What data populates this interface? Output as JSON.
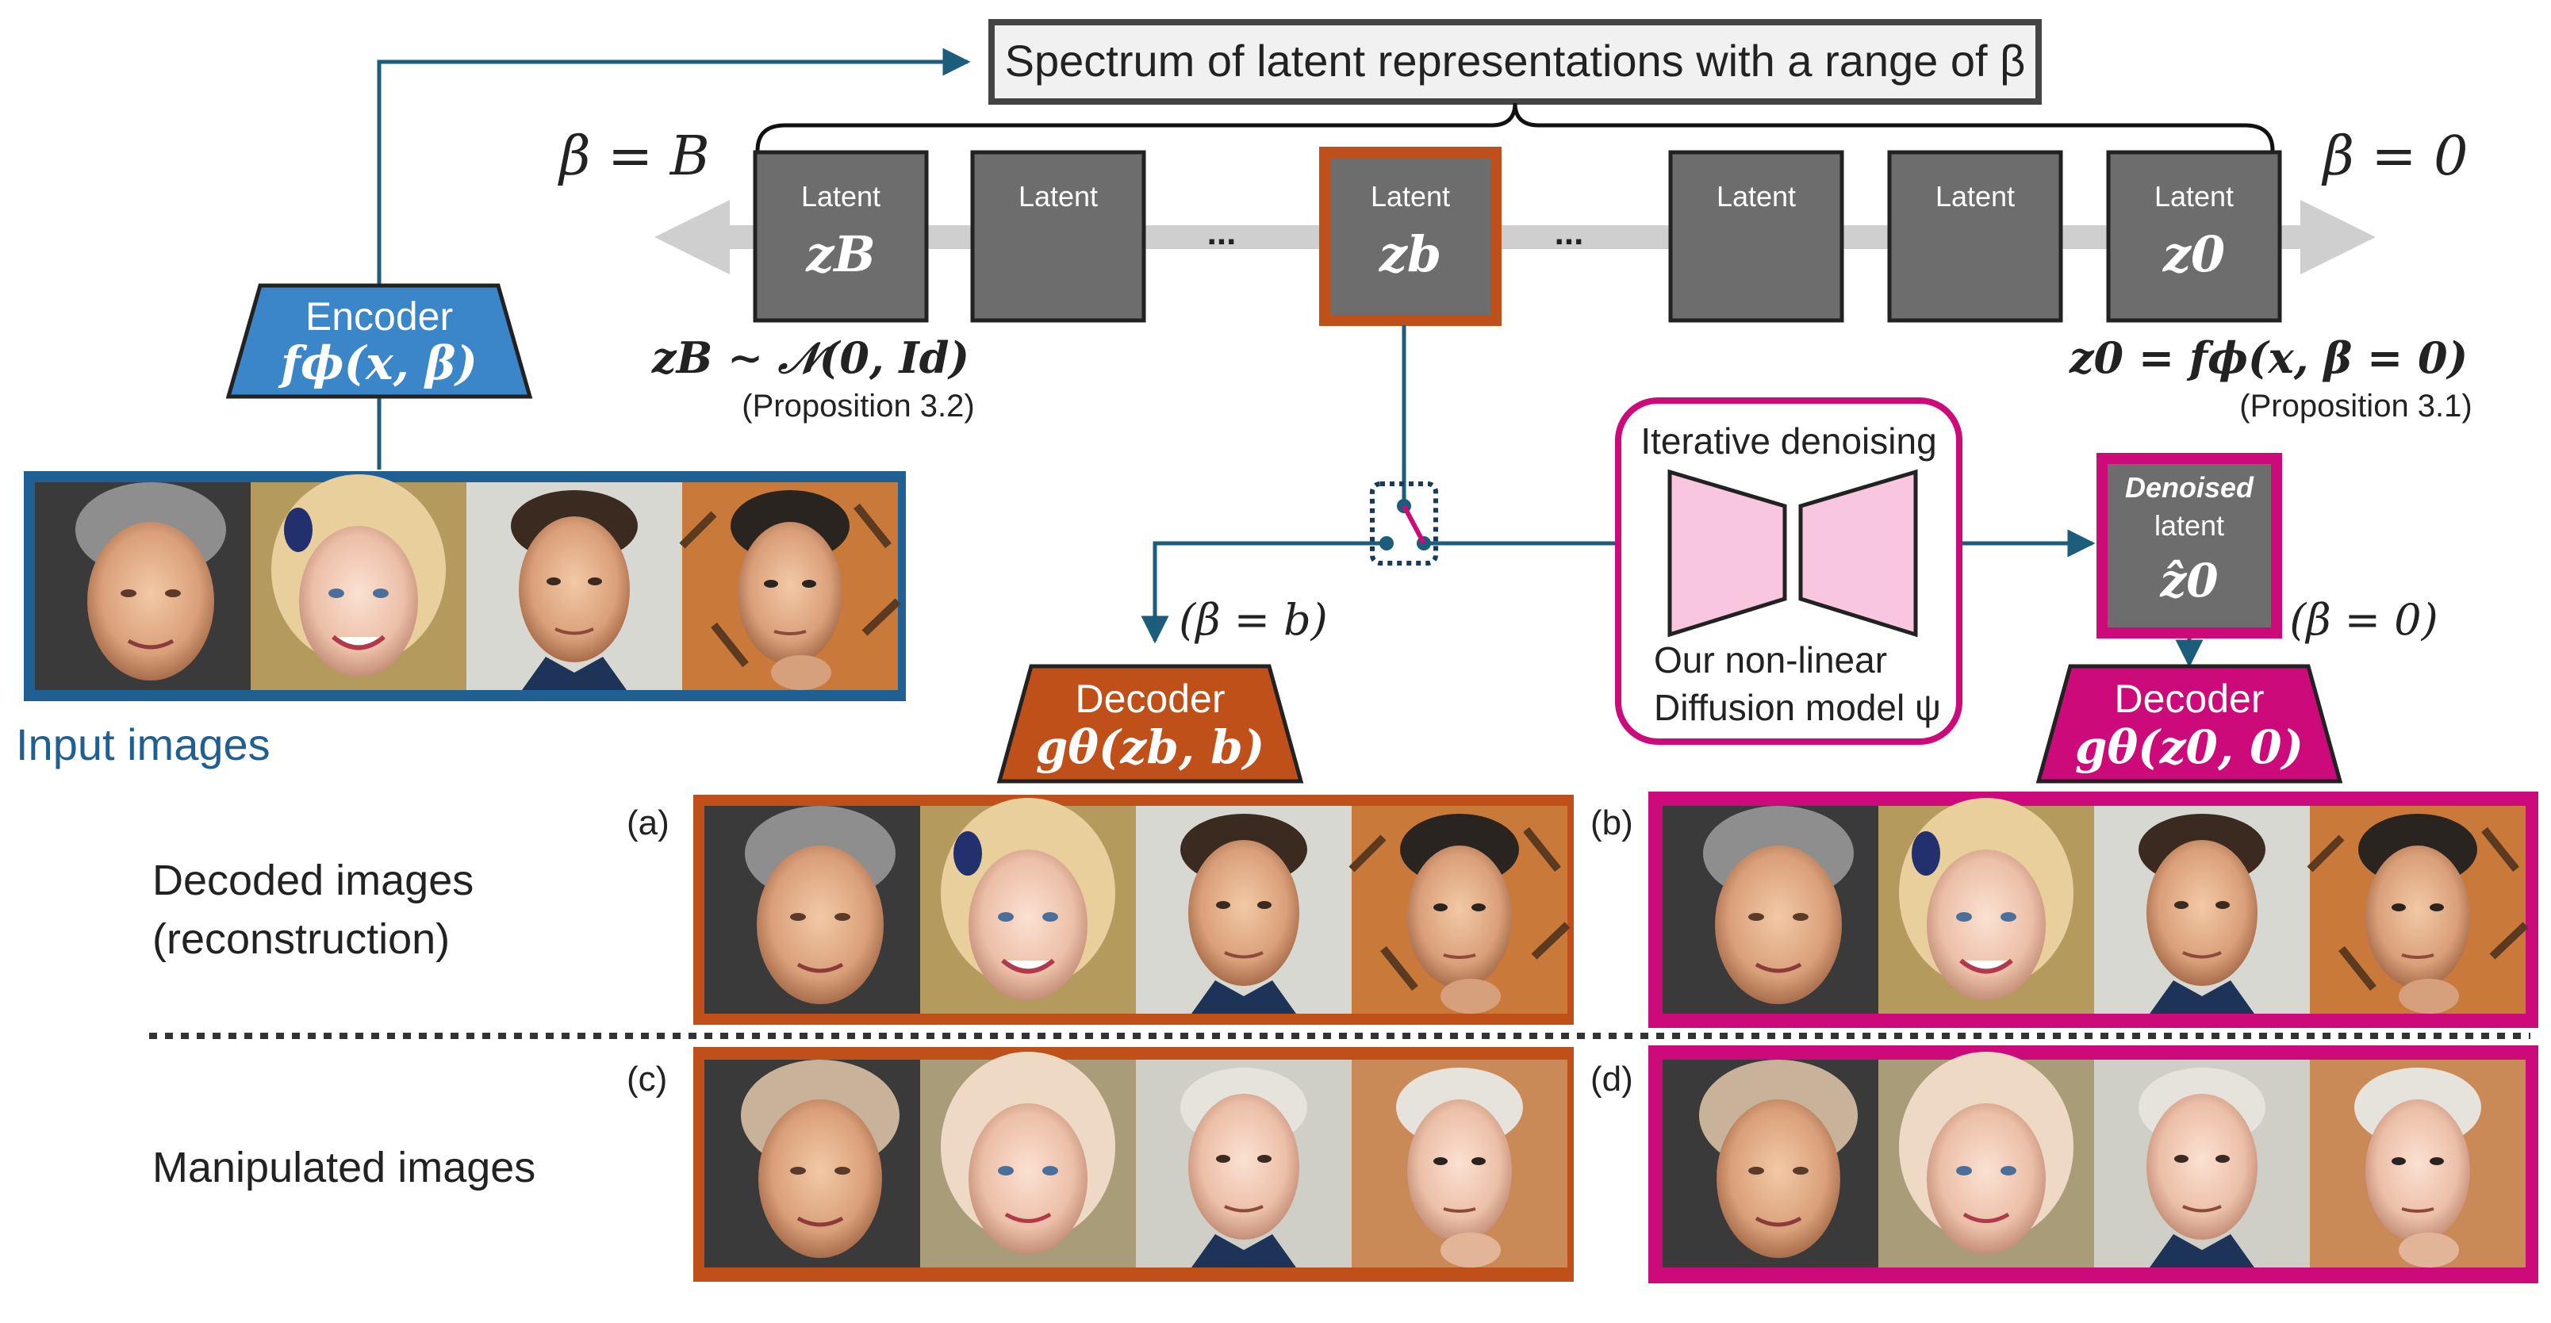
{
  "spectrum": {
    "title": "Spectrum of latent representations with a range of β",
    "beta_left": "β = B",
    "beta_right": "β = 0",
    "ellipsis": "..."
  },
  "latents": [
    {
      "label": "Latent",
      "symbol": "zB",
      "highlight": false
    },
    {
      "label": "Latent",
      "symbol": "",
      "highlight": false
    },
    {
      "label": "Latent",
      "symbol": "zb",
      "highlight": true
    },
    {
      "label": "Latent",
      "symbol": "",
      "highlight": false
    },
    {
      "label": "Latent",
      "symbol": "",
      "highlight": false
    },
    {
      "label": "Latent",
      "symbol": "z0",
      "highlight": false
    }
  ],
  "prop_left": {
    "formula": "zB ∼ 𝒩(0, Id)",
    "ref": "(Proposition 3.2)"
  },
  "prop_right": {
    "formula": "z0 = fϕ(x, β = 0)",
    "ref": "(Proposition 3.1)"
  },
  "encoder": {
    "label": "Encoder",
    "formula": "fϕ(x, β)"
  },
  "input_label": "Input images",
  "diffusion": {
    "title": "Iterative denoising",
    "line1": "Our non-linear",
    "line2": "Diffusion model ψ"
  },
  "denoised": {
    "label_bold": "Denoised",
    "label": "latent",
    "symbol": "ẑ0"
  },
  "beta_b_label": "(β = b)",
  "beta_0_label": "(β = 0)",
  "decoder_left": {
    "label": "Decoder",
    "formula": "gθ(zb, b)"
  },
  "decoder_right": {
    "label": "Decoder",
    "formula": "gθ(z0, 0)"
  },
  "rows": {
    "decoded_line1": "Decoded images",
    "decoded_line2": "(reconstruction)",
    "manipulated": "Manipulated images"
  },
  "panels": {
    "a": "(a)",
    "b": "(b)",
    "c": "(c)",
    "d": "(d)"
  },
  "colors": {
    "blue": "#1f5f91",
    "orange": "#c0501a",
    "magenta": "#cc0a7a",
    "gray": "#6d6d6d",
    "arrow": "#1b5d7a",
    "encoder": "#3b86c8",
    "pink": "#f9c6e0"
  }
}
